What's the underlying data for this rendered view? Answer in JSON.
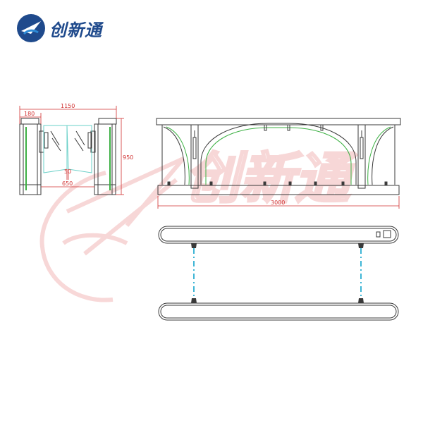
{
  "brand": {
    "name": "创新通",
    "colors": {
      "primary": "#1f4a8c",
      "accent": "#2d8bd6"
    }
  },
  "watermark": {
    "text": "创新通",
    "color": "#f2b8b8"
  },
  "side_view": {
    "dim_total_width": "1150",
    "dim_panel_width": "180",
    "dim_gap": "50",
    "dim_lane": "650",
    "dim_height": "950"
  },
  "front_view": {
    "dim_length": "3000"
  },
  "colors": {
    "outline": "#3a3a3a",
    "dimension": "#d03030",
    "glass": "#3cb043",
    "light_beam": "#3fb6d6"
  }
}
